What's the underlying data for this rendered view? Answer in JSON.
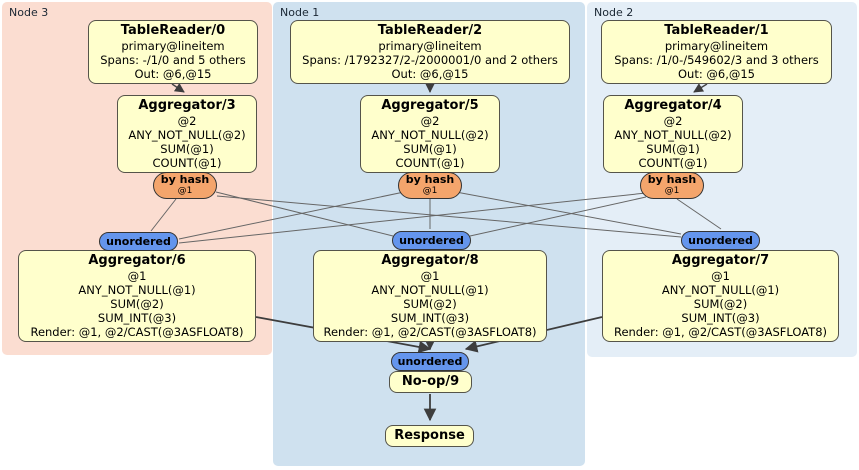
{
  "regions": [
    {
      "label": "Node 3"
    },
    {
      "label": "Node 1"
    },
    {
      "label": "Node 2"
    }
  ],
  "colors": {
    "node3_bg": "#fbddd1",
    "node1_bg": "#cfe1ef",
    "node2_bg": "#e4eef7",
    "box_bg": "#ffffcc",
    "hash_router_bg": "#f4a56c",
    "unordered_bg": "#6495ed"
  },
  "boxes": {
    "tr0": {
      "title": "TableReader/0",
      "lines": [
        "primary@lineitem",
        "Spans: -/1/0 and 5 others",
        "Out: @6,@15"
      ]
    },
    "tr2": {
      "title": "TableReader/2",
      "lines": [
        "primary@lineitem",
        "Spans: /1792327/2-/2000001/0 and 2 others",
        "Out: @6,@15"
      ]
    },
    "tr1": {
      "title": "TableReader/1",
      "lines": [
        "primary@lineitem",
        "Spans: /1/0-/549602/3 and 3 others",
        "Out: @6,@15"
      ]
    },
    "agg3": {
      "title": "Aggregator/3",
      "lines": [
        "@2",
        "ANY_NOT_NULL(@2)",
        "SUM(@1)",
        "COUNT(@1)"
      ]
    },
    "agg5": {
      "title": "Aggregator/5",
      "lines": [
        "@2",
        "ANY_NOT_NULL(@2)",
        "SUM(@1)",
        "COUNT(@1)"
      ]
    },
    "agg4": {
      "title": "Aggregator/4",
      "lines": [
        "@2",
        "ANY_NOT_NULL(@2)",
        "SUM(@1)",
        "COUNT(@1)"
      ]
    },
    "agg6": {
      "title": "Aggregator/6",
      "lines": [
        "@1",
        "ANY_NOT_NULL(@1)",
        "SUM(@2)",
        "SUM_INT(@3)",
        "Render: @1, @2/CAST(@3ASFLOAT8)"
      ]
    },
    "agg8": {
      "title": "Aggregator/8",
      "lines": [
        "@1",
        "ANY_NOT_NULL(@1)",
        "SUM(@2)",
        "SUM_INT(@3)",
        "Render: @1, @2/CAST(@3ASFLOAT8)"
      ]
    },
    "agg7": {
      "title": "Aggregator/7",
      "lines": [
        "@1",
        "ANY_NOT_NULL(@1)",
        "SUM(@2)",
        "SUM_INT(@3)",
        "Render: @1, @2/CAST(@3ASFLOAT8)"
      ]
    },
    "noop": {
      "title": "No-op/9"
    },
    "resp": {
      "title": "Response"
    }
  },
  "routers": {
    "by_hash_label": "by hash",
    "by_hash_sub": "@1",
    "unordered_label": "unordered"
  }
}
